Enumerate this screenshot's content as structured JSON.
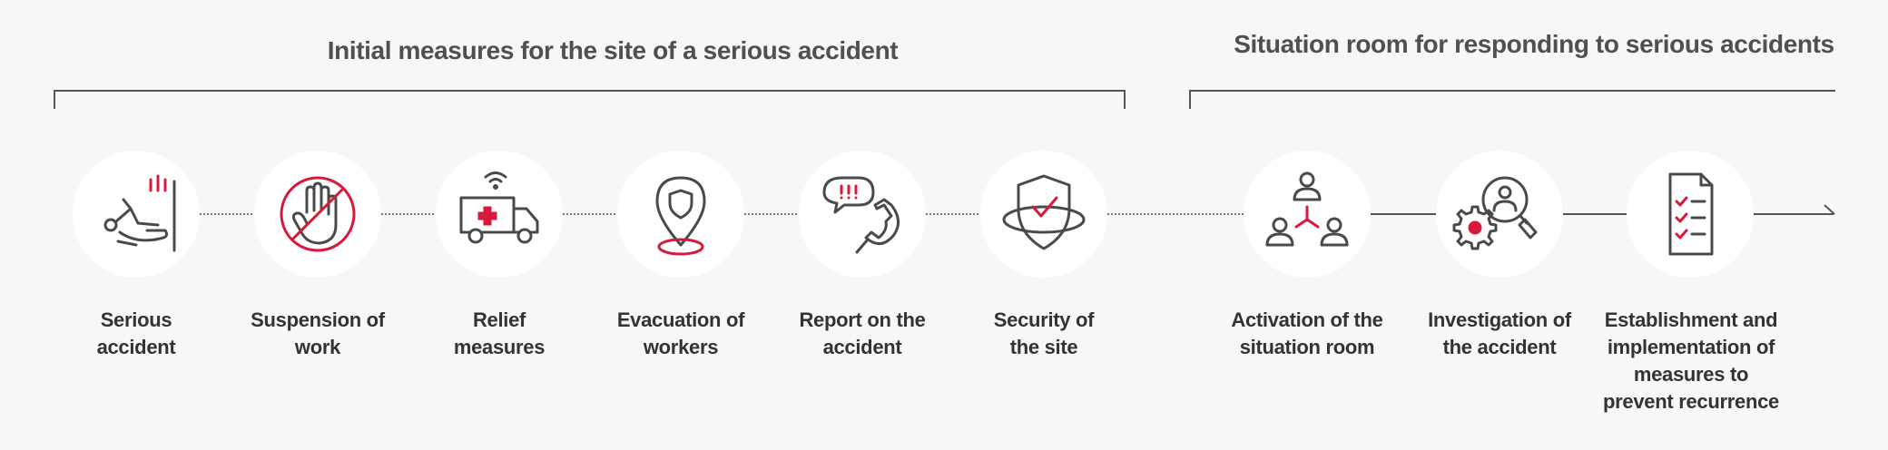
{
  "sections": {
    "initial": {
      "title": "Initial measures for the site of a serious accident"
    },
    "room": {
      "title": "Situation room for responding to serious accidents"
    }
  },
  "colors": {
    "accent": "#d7193a",
    "icon": "#4a4a4a",
    "line": "#555555",
    "title": "#505050",
    "label": "#333333"
  },
  "steps": [
    {
      "icon": "falling-person-icon",
      "lines": [
        "Serious",
        "accident"
      ]
    },
    {
      "icon": "stop-hand-icon",
      "lines": [
        "Suspension of",
        "work"
      ]
    },
    {
      "icon": "ambulance-icon",
      "lines": [
        "Relief",
        "measures"
      ]
    },
    {
      "icon": "location-shield-icon",
      "lines": [
        "Evacuation of",
        "workers"
      ]
    },
    {
      "icon": "phone-alert-icon",
      "lines": [
        "Report on the",
        "accident"
      ]
    },
    {
      "icon": "shield-check-icon",
      "lines": [
        "Security of",
        "the site"
      ]
    },
    {
      "icon": "team-network-icon",
      "lines": [
        "Activation of the",
        "situation room"
      ]
    },
    {
      "icon": "investigation-icon",
      "lines": [
        "Investigation of",
        "the accident"
      ]
    },
    {
      "icon": "checklist-icon",
      "lines": [
        "Establishment and",
        "implementation of",
        "measures to",
        "prevent recurrence"
      ]
    }
  ]
}
